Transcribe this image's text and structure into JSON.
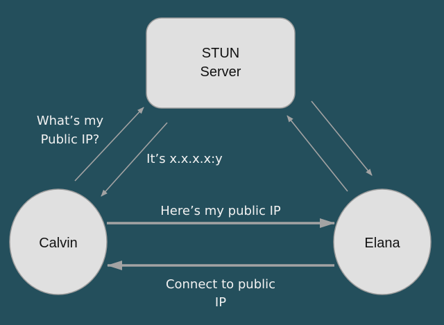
{
  "diagram": {
    "title": "STUN NAT traversal",
    "colors": {
      "background": "#244f5c",
      "node_fill": "#e0e0e0",
      "node_stroke": "#9e9e9e",
      "arrow": "#a3a3a3",
      "label_text": "#f2f2f2",
      "node_text": "#111111"
    },
    "nodes": {
      "server": {
        "line1": "STUN",
        "line2": "Server"
      },
      "calvin": {
        "label": "Calvin"
      },
      "elana": {
        "label": "Elana"
      }
    },
    "edges": [
      {
        "id": "calvin-to-server",
        "from": "Calvin",
        "to": "STUN Server",
        "label_lines": [
          "What’s my",
          "Public IP?"
        ]
      },
      {
        "id": "server-to-calvin",
        "from": "STUN Server",
        "to": "Calvin",
        "label_lines": [
          "It’s x.x.x.x:y"
        ]
      },
      {
        "id": "server-to-elana",
        "from": "STUN Server",
        "to": "Elana",
        "label_lines": []
      },
      {
        "id": "elana-to-server",
        "from": "Elana",
        "to": "STUN Server",
        "label_lines": []
      },
      {
        "id": "calvin-to-elana",
        "from": "Calvin",
        "to": "Elana",
        "label_lines": [
          "Here’s my public IP"
        ]
      },
      {
        "id": "elana-to-calvin",
        "from": "Elana",
        "to": "Calvin",
        "label_lines": [
          "Connect to public",
          "IP"
        ]
      }
    ]
  }
}
